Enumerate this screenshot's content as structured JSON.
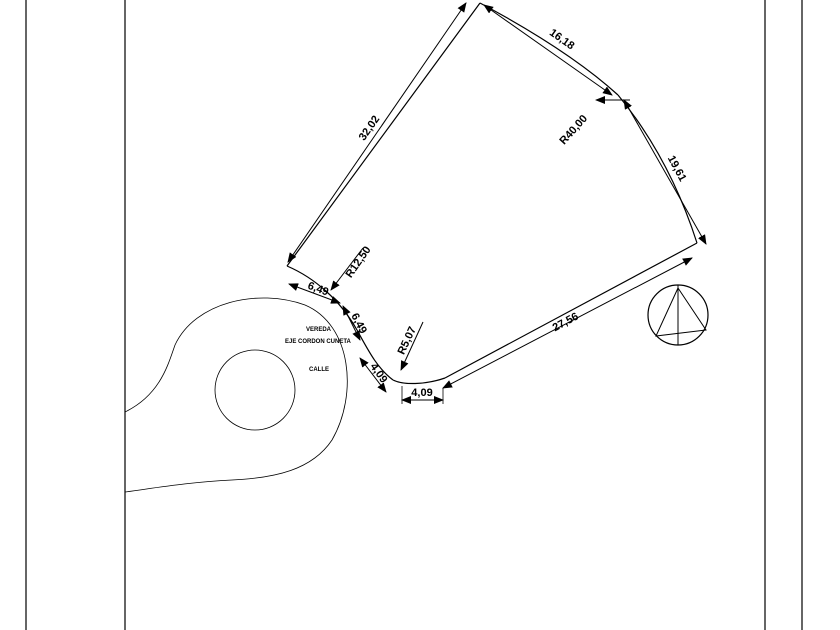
{
  "dimensions": {
    "d_top": "16,18",
    "d_right": "19,61",
    "d_left": "32,02",
    "d_bottom": "27,56",
    "d_small_bottom": "4,09",
    "d_small_left": "4,09",
    "d_lower_left_a": "6,49",
    "d_lower_left_b": "6,49",
    "r_big": "R40,00",
    "r_mid": "R12,50",
    "r_small": "R5,07"
  },
  "labels": {
    "vereda": "VEREDA",
    "eje": "EJE CORDON CUNETA",
    "calle": "CALLE"
  }
}
